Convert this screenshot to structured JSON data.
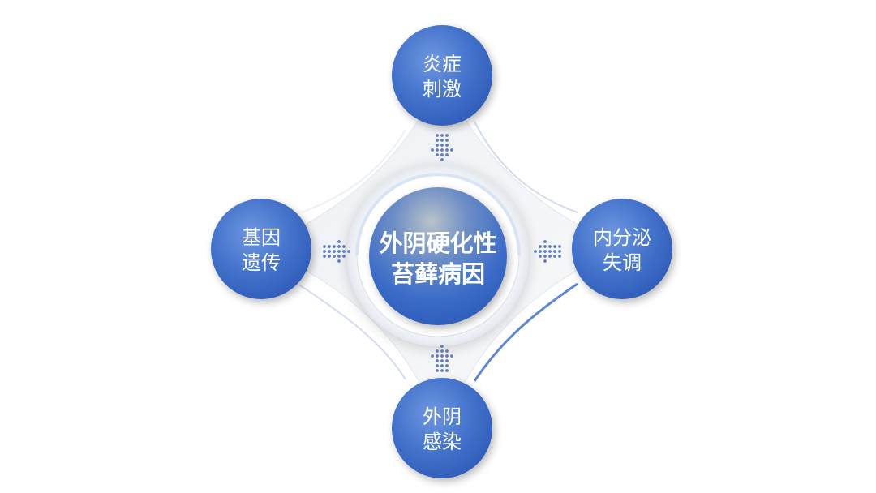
{
  "center": {
    "line1": "外阴硬化性",
    "line2": "苔藓病因"
  },
  "nodes": {
    "top": {
      "line1": "炎症",
      "line2": "刺激"
    },
    "left": {
      "line1": "基因",
      "line2": "遗传"
    },
    "right": {
      "line1": "内分泌",
      "line2": "失调"
    },
    "bottom": {
      "line1": "外阴",
      "line2": "感染"
    }
  },
  "colors": {
    "node_blue": "#3f6fc9",
    "node_light": "#5b86d6",
    "arrow_dots": "#5f7bbf",
    "accent_line": "#4a76d1",
    "petal_gray": "#e9ecef"
  }
}
